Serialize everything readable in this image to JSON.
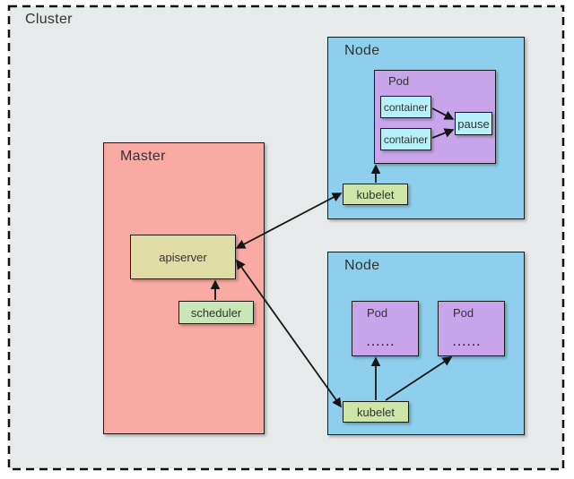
{
  "diagram": {
    "cluster_label": "Cluster",
    "master": {
      "label": "Master",
      "apiserver_label": "apiserver",
      "scheduler_label": "scheduler"
    },
    "node_top": {
      "label": "Node",
      "pod": {
        "label": "Pod",
        "container1_label": "container",
        "container2_label": "container",
        "pause_label": "pause"
      },
      "kubelet_label": "kubelet"
    },
    "node_bottom": {
      "label": "Node",
      "pod1": {
        "label": "Pod",
        "dots": "......"
      },
      "pod2": {
        "label": "Pod",
        "dots": "......"
      },
      "kubelet_label": "kubelet"
    },
    "edges": [
      {
        "from": "apiserver",
        "to": "kubelet-node1",
        "bidirectional": true
      },
      {
        "from": "apiserver",
        "to": "kubelet-node2",
        "bidirectional": true
      },
      {
        "from": "scheduler",
        "to": "apiserver",
        "bidirectional": false
      },
      {
        "from": "kubelet-node1",
        "to": "pod-node1",
        "bidirectional": false
      },
      {
        "from": "container-1",
        "to": "pause",
        "bidirectional": false
      },
      {
        "from": "container-2",
        "to": "pause",
        "bidirectional": false
      },
      {
        "from": "kubelet-node2",
        "to": "pod1-node2",
        "bidirectional": false
      },
      {
        "from": "kubelet-node2",
        "to": "pod2-node2",
        "bidirectional": false
      }
    ]
  },
  "colors": {
    "cluster_bg": "#e7eaea",
    "master_bg": "#f9aba3",
    "node_bg": "#8dcfec",
    "pod_bg": "#c8a5eb",
    "container_bg": "#b6f1f9",
    "kubelet_bg": "#cde5a7",
    "scheduler_bg": "#c9e7b6",
    "apiserver_bg": "#e0dca5",
    "border": "#1a1a1a",
    "arrow": "#151515",
    "text": "#333333"
  }
}
